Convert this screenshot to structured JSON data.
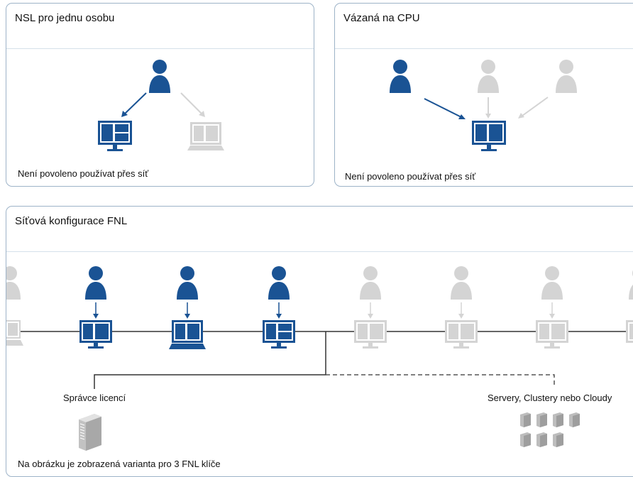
{
  "panels": {
    "single": {
      "title": "NSL pro jednu osobu",
      "note": "Není povoleno používat přes síť"
    },
    "cpu": {
      "title": "Vázaná na CPU",
      "note": "Není povoleno používat přes síť"
    },
    "network": {
      "title": "Síťová konfigurace FNL",
      "license_manager_label": "Správce licencí",
      "servers_label": "Servery, Clustery nebo Cloudy",
      "footnote": "Na obrázku je zobrazená varianta pro 3 FNL klíče"
    }
  },
  "colors": {
    "active": "#1a5394",
    "inactive": "#d4d4d4",
    "border": "#9db3c8",
    "server": "#bdbdbd"
  },
  "icons": [
    "user-icon",
    "monitor-icon",
    "laptop-icon",
    "server-tower-icon",
    "server-cluster-icon"
  ]
}
